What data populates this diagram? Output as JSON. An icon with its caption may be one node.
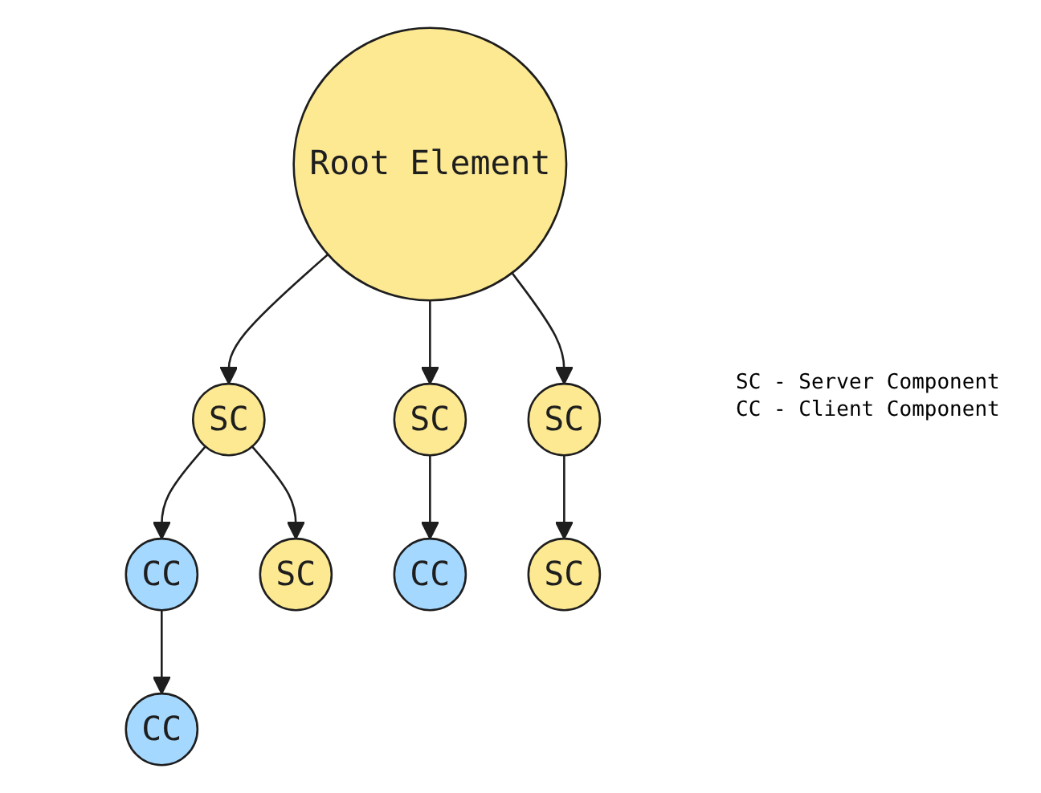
{
  "diagram": {
    "nodes": [
      {
        "text": [
          "Root Element"
        ]
      },
      {
        "text": [
          "SC"
        ]
      },
      {
        "text": [
          "SC"
        ]
      },
      {
        "text": [
          "SC"
        ]
      },
      {
        "text": [
          "CC"
        ]
      },
      {
        "text": [
          "SC"
        ]
      },
      {
        "text": [
          "CC"
        ]
      },
      {
        "text": [
          "SC"
        ]
      },
      {
        "text": [
          "CC"
        ]
      }
    ],
    "edges": [
      {
        "from": 0,
        "to": 1,
        "arrow": "to"
      },
      {
        "from": 0,
        "to": 2,
        "arrow": "to"
      },
      {
        "from": 0,
        "to": 3,
        "arrow": "to"
      },
      {
        "from": 1,
        "to": 4,
        "arrow": "to"
      },
      {
        "from": 1,
        "to": 5,
        "arrow": "to"
      },
      {
        "from": 2,
        "to": 6,
        "arrow": "to"
      },
      {
        "from": 3,
        "to": 7,
        "arrow": "to"
      },
      {
        "from": 4,
        "to": 8,
        "arrow": "to"
      }
    ],
    "labels": [
      "SC - Server Component",
      "CC - Client Component"
    ]
  }
}
